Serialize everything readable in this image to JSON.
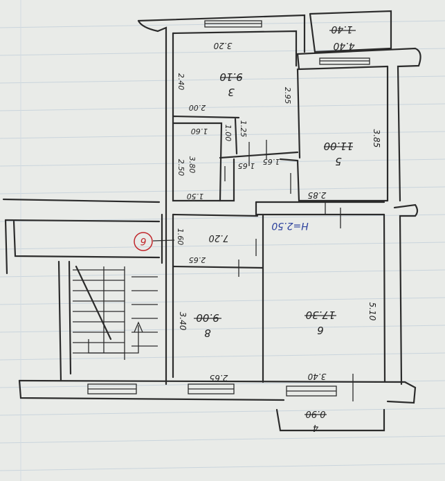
{
  "floor_plan": {
    "rooms": [
      {
        "id": "3",
        "number": "3",
        "area": "9.10",
        "dim_top": "3.20",
        "dim_left": "2.40",
        "dim_right": "2.95"
      },
      {
        "id": "4",
        "area": "4.40",
        "dim_top": "1.40"
      },
      {
        "id": "5",
        "number": "5",
        "area": "11.00",
        "dim_right": "3.85",
        "dim_bottom": "2.85"
      },
      {
        "id": "wc",
        "dim_top": "2.00",
        "dim_mid": "1.60",
        "dim_side_a": "1.00",
        "dim_side_b": "1.25",
        "dim_left_a": "3.80",
        "dim_left_b": "2.50",
        "dim_bottom": "1.50"
      },
      {
        "id": "hall",
        "dim": "1.65"
      },
      {
        "id": "7",
        "area": "7.20",
        "dim_width": "2.65",
        "dim_height": "1.60",
        "marker": "6"
      },
      {
        "id": "8",
        "number": "8",
        "area": "9.00",
        "dim_left": "3.40",
        "dim_bottom": "2.65"
      },
      {
        "id": "6",
        "number": "6",
        "area": "17.30",
        "dim_right": "5.10",
        "dim_bottom": "3.40"
      }
    ],
    "ceiling_height": "H=2.50",
    "balcony": {
      "number": "4",
      "area": "0.90"
    },
    "colors": {
      "ink": "#2b2b2b",
      "marker_red": "#c0262a",
      "height_blue": "#2a3f9c",
      "paper": "#e9ebe8"
    }
  }
}
